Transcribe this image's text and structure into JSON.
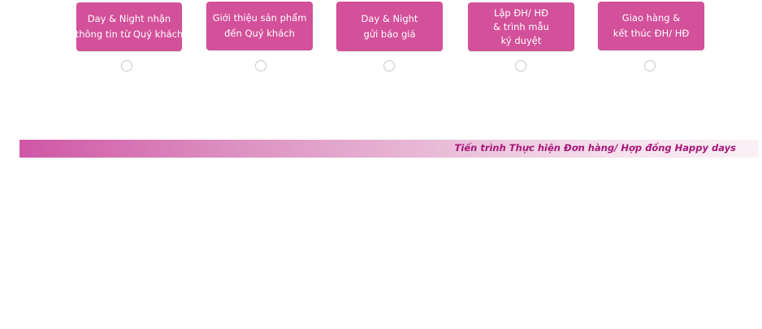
{
  "steps": [
    {
      "lines": [
        "Day & Night nhận",
        "thông tin từ Quý khách"
      ]
    },
    {
      "lines": [
        "Giới thiệu sản phẩm",
        "đến Quý khách"
      ]
    },
    {
      "lines": [
        "Day & Night",
        "gửi báo giá"
      ]
    },
    {
      "lines": [
        "Lập ĐH/ HĐ",
        "& trình mẫu",
        "ký duyệt"
      ]
    },
    {
      "lines": [
        "Giao hàng &",
        "kết thúc ĐH/ HĐ"
      ]
    }
  ],
  "banner": {
    "title": "Tiến trình Thực hiện Đơn hàng/ Hợp đồng Happy days"
  },
  "colors": {
    "step_bg": "#d3509a",
    "step_text": "#ffffff",
    "radio_border": "#c9c9c9",
    "banner_text": "#a8187a"
  }
}
